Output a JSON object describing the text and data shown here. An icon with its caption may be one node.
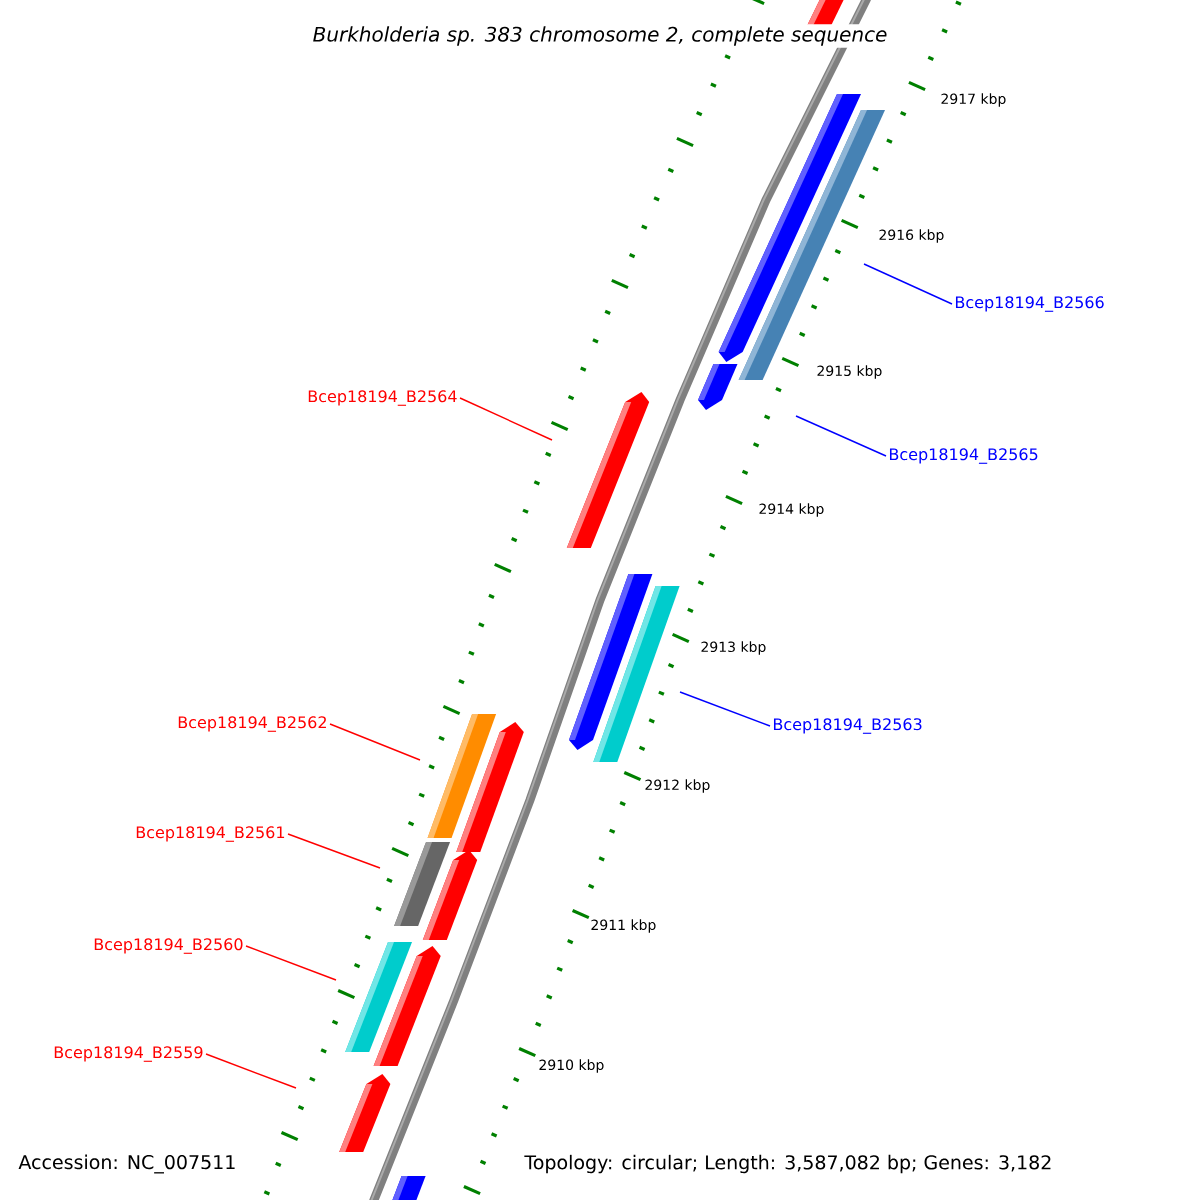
{
  "diagram": {
    "title": "Burkholderia sp. 383 chromosome 2, complete sequence",
    "nodes": [
      {
        "text": [
          "Bcep18194_B2566"
        ]
      },
      {
        "text": [
          "Bcep18194_B2564"
        ]
      },
      {
        "text": [
          "Bcep18194_B2565"
        ]
      },
      {
        "text": [
          "Bcep18194_B2562"
        ]
      },
      {
        "text": [
          "Bcep18194_B2563"
        ]
      },
      {
        "text": [
          "Bcep18194_B2561"
        ]
      },
      {
        "text": [
          "Bcep18194_B2560"
        ]
      },
      {
        "text": [
          "Bcep18194_B2559"
        ]
      }
    ],
    "edges": [
      {
        "from": 0,
        "to": null,
        "arrow": "none",
        "color": "#0000ff"
      },
      {
        "from": 1,
        "to": null,
        "arrow": "none"
      },
      {
        "from": 2,
        "to": null,
        "arrow": "none",
        "color": "#0000ff"
      },
      {
        "from": 3,
        "to": null,
        "arrow": "none"
      },
      {
        "from": 4,
        "to": null,
        "arrow": "none",
        "color": "#0000ff"
      },
      {
        "from": 5,
        "to": null,
        "arrow": "none"
      },
      {
        "from": 6,
        "to": null,
        "arrow": "none"
      },
      {
        "from": 7,
        "to": null,
        "arrow": "none"
      }
    ],
    "labels": [
      "2917 kbp",
      "2916 kbp",
      "2915 kbp",
      "2914 kbp",
      "2913 kbp",
      "2912 kbp",
      "2911 kbp",
      "2910 kbp",
      "Accession: NC_007511",
      "Topology: circular; Length: 3,587,082 bp; Genes: 3,182"
    ]
  }
}
